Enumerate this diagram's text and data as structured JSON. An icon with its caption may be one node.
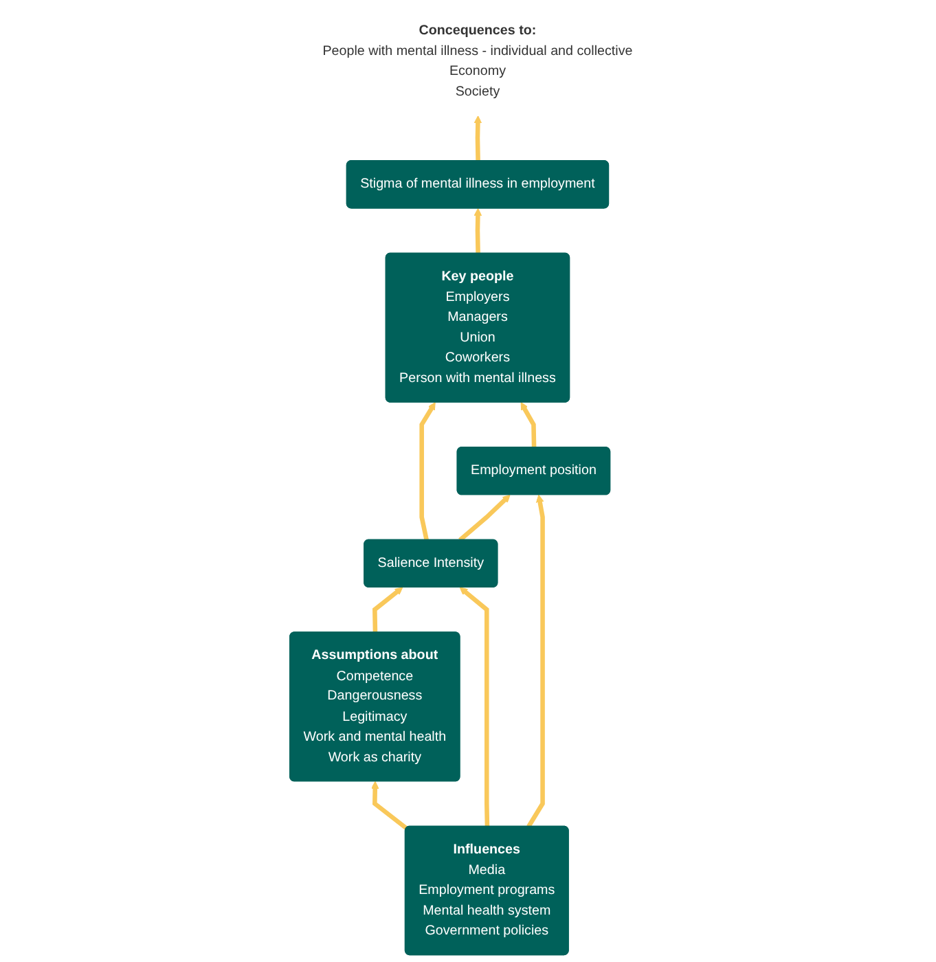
{
  "diagram": {
    "nodes": [
      {
        "text": [
          "Concequences to:",
          "People with mental illness - individual and collective",
          "Economy",
          "Society"
        ]
      },
      {
        "text": [
          "Stigma of mental illness in employment"
        ]
      },
      {
        "text": [
          "Assumptions about",
          "Competence",
          "Dangerousness",
          "Legitimacy",
          "Work and mental health",
          "Work as charity"
        ]
      },
      {
        "text": [
          "Salience Intensity"
        ]
      },
      {
        "text": [
          "Key people",
          "Employers",
          "Managers",
          "Union",
          "Coworkers",
          "Person with mental illness"
        ]
      },
      {
        "text": [
          "Employment position"
        ]
      },
      {
        "text": [
          "Influences",
          "Media",
          "Employment programs",
          "Mental health system",
          "Government policies"
        ]
      }
    ],
    "edges": [
      {
        "from": 1,
        "to": 0,
        "arrow": "to"
      },
      {
        "from": 4,
        "to": 1,
        "arrow": "to"
      },
      {
        "from": 2,
        "to": 3,
        "arrow": "to"
      },
      {
        "from": 3,
        "to": 4,
        "arrow": "to"
      },
      {
        "from": 3,
        "to": 5,
        "arrow": "to"
      },
      {
        "from": 5,
        "to": 4,
        "arrow": "to"
      },
      {
        "from": 6,
        "to": 2,
        "arrow": "to"
      },
      {
        "from": 6,
        "to": 3,
        "arrow": "to"
      },
      {
        "from": 6,
        "to": 5,
        "arrow": "to"
      }
    ]
  }
}
